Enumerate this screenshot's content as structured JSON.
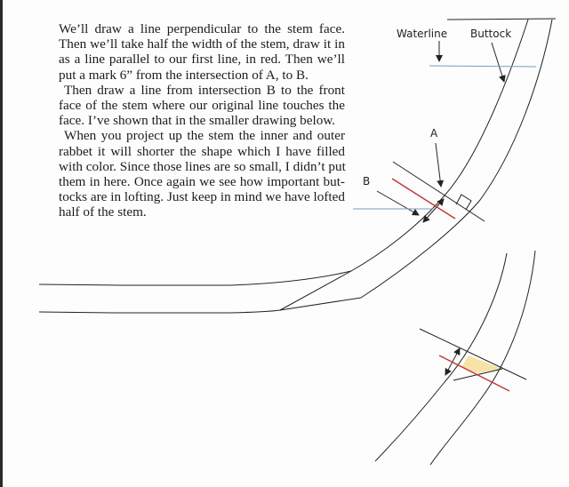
{
  "body_text": {
    "lines": [
      "We’ll draw a line perpendicular to the stem face.",
      "Then we’ll take half the width of the stem, draw it in",
      "as a line parallel to our first line, in red.  Then we’ll",
      "put a mark 6” from the intersection of A, to B.",
      "Then draw a line from intersection B to the front",
      "face of the stem where our original line touches the",
      "face.  I’ve shown that in the smaller drawing below.",
      "When you project up the stem the inner and outer",
      "rabbet it will shorter the shape which I have filled",
      "with color.  Since those lines are so small, I didn’t put",
      "them in here.  Once again we see how important but-",
      "tocks are in lofting.  Just keep in mind we have lofted",
      "half of the stem."
    ]
  },
  "diagram": {
    "labels": {
      "waterline": "Waterline",
      "buttock": "Buttock",
      "a": "A",
      "b": "B"
    },
    "colors": {
      "line": "#222222",
      "red": "#c0393b",
      "blue": "#6f9fc0",
      "fill": "#f7e2a8"
    }
  }
}
